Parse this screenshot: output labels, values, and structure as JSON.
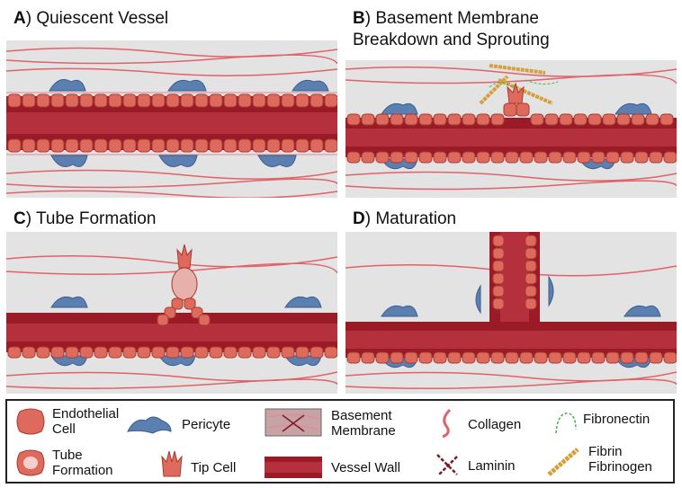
{
  "panels": [
    {
      "letter": "A",
      "title": ") Quiescent Vessel"
    },
    {
      "letter": "B",
      "title": ") Basement Membrane",
      "title2": "Breakdown and Sprouting"
    },
    {
      "letter": "C",
      "title": ") Tube Formation"
    },
    {
      "letter": "D",
      "title": ") Maturation"
    }
  ],
  "legend": {
    "endothelial": [
      "Endothelial",
      "Cell"
    ],
    "tube": [
      "Tube",
      "Formation"
    ],
    "pericyte": "Pericyte",
    "tip": "Tip Cell",
    "basement": [
      "Basement",
      "Membrane"
    ],
    "vessel_wall": "Vessel Wall",
    "collagen": "Collagen",
    "laminin": "Laminin",
    "fibronectin": "Fibronectin",
    "fibrin": [
      "Fibrin",
      "Fibrinogen"
    ]
  },
  "colors": {
    "background_gray": "#e3e3e3",
    "collagen": "#e0626a",
    "endothelial": "#de6a5e",
    "vessel": "#9a1a28",
    "pericyte": "#5a7fb0",
    "laminin": "#7a1a2a",
    "fibronectin": "#4caf50",
    "fibrin": "#d4a03a"
  }
}
